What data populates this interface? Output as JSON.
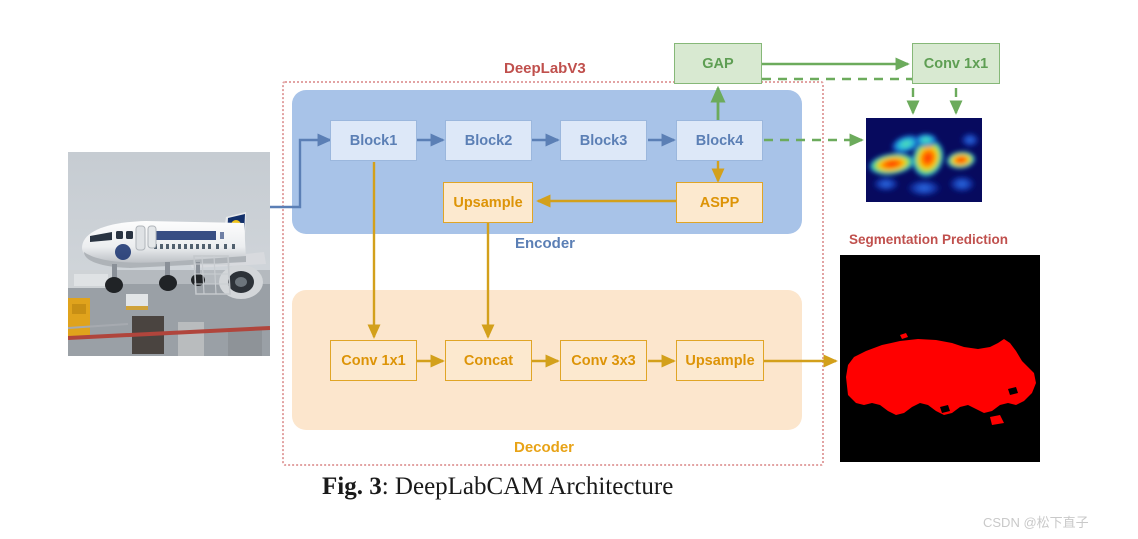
{
  "figure": {
    "caption_prefix": "Fig. 3",
    "caption_text": ": DeepLabCAM Architecture",
    "watermark": "CSDN @松下直子"
  },
  "labels": {
    "deeplabv3": "DeepLabV3",
    "encoder": "Encoder",
    "decoder": "Decoder",
    "segmentation_prediction": "Segmentation Prediction"
  },
  "encoder": {
    "blocks": [
      {
        "label": "Block1"
      },
      {
        "label": "Block2"
      },
      {
        "label": "Block3"
      },
      {
        "label": "Block4"
      }
    ],
    "upsample": "Upsample",
    "aspp": "ASPP"
  },
  "decoder": {
    "nodes": [
      {
        "label": "Conv 1x1"
      },
      {
        "label": "Concat"
      },
      {
        "label": "Conv 3x3"
      },
      {
        "label": "Upsample"
      }
    ]
  },
  "cam_branch": {
    "gap": "GAP",
    "conv1x1": "Conv 1x1"
  },
  "images": {
    "input_photo": "input-airplane-photo",
    "cam_heatmap": "class-activation-heatmap",
    "segmentation_mask": "segmentation-mask-image"
  },
  "colors": {
    "block_fill": "#dde8f8",
    "block_border": "#9bb7dd",
    "block_text": "#5b7fb5",
    "amber_fill": "#fce9cf",
    "amber_border": "#e0a526",
    "amber_text": "#dd9407",
    "green_fill": "#d8e9d1",
    "green_border": "#86b878",
    "green_text": "#5e9e53",
    "encoder_band": "#a8c3e8",
    "decoder_band": "#fce6cd",
    "deeplab_border": "#e2a3a3",
    "arrow_blue": "#5b7fb5",
    "arrow_amber": "#d3a01b",
    "arrow_green": "#6cab5c",
    "caption_text": "#1a1a1a",
    "watermark": "#c9c9c9"
  }
}
